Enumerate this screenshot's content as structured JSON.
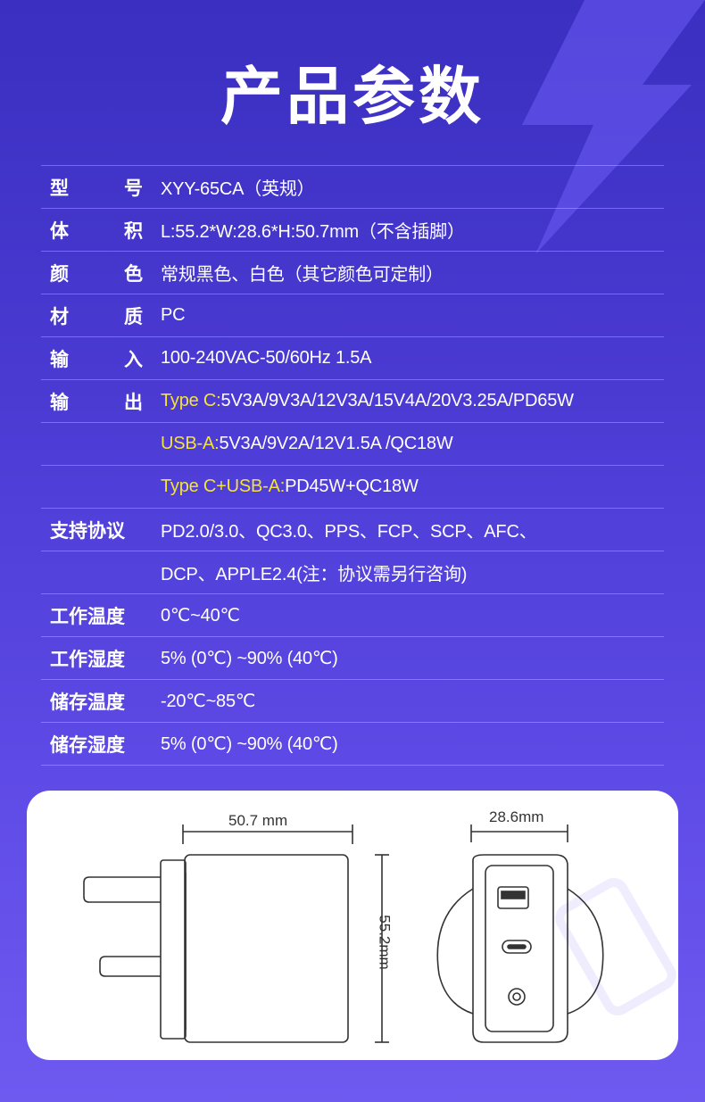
{
  "title": "产品参数",
  "specs": [
    {
      "label": [
        "型",
        "号"
      ],
      "value": "XYY-65CA（英规）"
    },
    {
      "label": [
        "体",
        "积"
      ],
      "value": "L:55.2*W:28.6*H:50.7mm（不含插脚）"
    },
    {
      "label": [
        "颜",
        "色"
      ],
      "value": "常规黑色、白色（其它颜色可定制）"
    },
    {
      "label": [
        "材",
        "质"
      ],
      "value": "PC"
    },
    {
      "label": [
        "输",
        "入"
      ],
      "value": "100-240VAC-50/60Hz 1.5A"
    },
    {
      "label": [
        "输",
        "出"
      ],
      "prefix": "Type C:",
      "value": "5V3A/9V3A/12V3A/15V4A/20V3.25A/PD65W"
    },
    {
      "label": [],
      "prefix": "USB-A:",
      "value": "5V3A/9V2A/12V1.5A /QC18W"
    },
    {
      "label": [],
      "prefix": "Type C+USB-A:",
      "value": "PD45W+QC18W"
    },
    {
      "label": [
        "支持协议"
      ],
      "value": "PD2.0/3.0、QC3.0、PPS、FCP、SCP、AFC、"
    },
    {
      "label": [],
      "value": "DCP、APPLE2.4(注：协议需另行咨询)"
    },
    {
      "label": [
        "工作温度"
      ],
      "value": "0℃~40℃"
    },
    {
      "label": [
        "工作湿度"
      ],
      "value": "5% (0℃) ~90% (40℃)"
    },
    {
      "label": [
        "储存温度"
      ],
      "value": "-20℃~85℃"
    },
    {
      "label": [
        "储存湿度"
      ],
      "value": "5% (0℃) ~90% (40℃)"
    }
  ],
  "diagram": {
    "width_label": "50.7 mm",
    "height_label": "55.2mm",
    "depth_label": "28.6mm"
  },
  "colors": {
    "highlight": "#f4e23a",
    "background_top": "#3a2fc0",
    "background_bottom": "#6f5af0"
  }
}
